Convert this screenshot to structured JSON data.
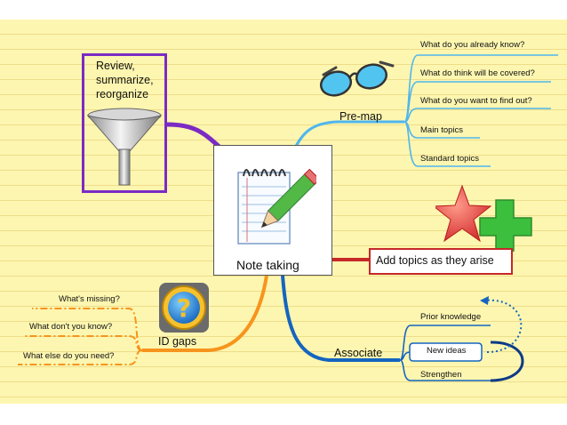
{
  "center": {
    "label": "Note taking",
    "icon": "notepad-pencil-icon"
  },
  "review": {
    "lines": [
      "Review,",
      "summarize,",
      "reorganize"
    ],
    "icon": "funnel-icon"
  },
  "premap": {
    "label": "Pre-map",
    "icon": "glasses-icon",
    "items": [
      "What do you already know?",
      "What do think will be covered?",
      "What do you want to find out?",
      "Main topics",
      "Standard topics"
    ]
  },
  "add_topics": {
    "label": "Add topics as they arise",
    "icon": "star-plus-icon"
  },
  "associate": {
    "label": "Associate",
    "items": [
      "Prior knowledge",
      "New ideas",
      "Strengthen"
    ]
  },
  "id_gaps": {
    "label": "ID gaps",
    "icon": "question-mark-icon",
    "items": [
      "What's missing?",
      "What don't you know?",
      "What else do you need?"
    ]
  },
  "colors": {
    "paper": "#fdf6b0",
    "review": "#7b2bc4",
    "premap": "#4fb6ee",
    "add_topics": "#c62828",
    "associate": "#1565c0",
    "id_gaps": "#f7941d"
  }
}
